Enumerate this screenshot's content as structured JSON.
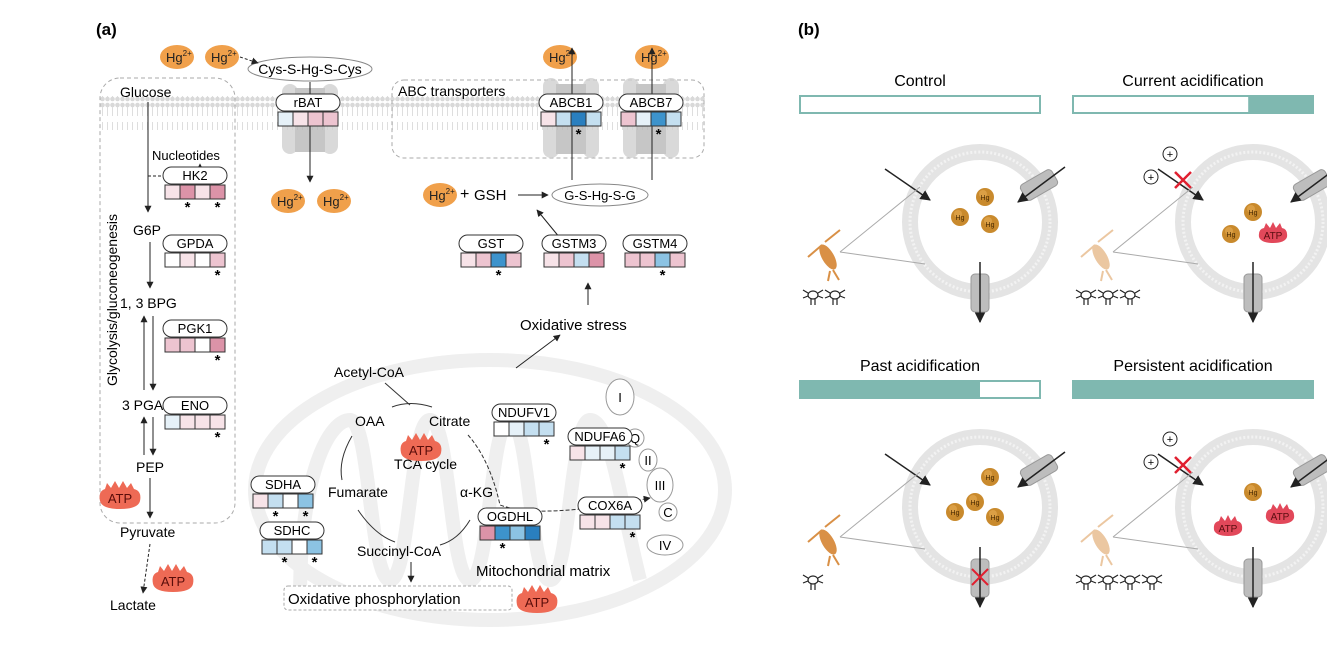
{
  "panel_a": {
    "label": "(a)",
    "mercury_ion": "Hg",
    "mercury_charge": "2+",
    "cys_complex": "Cys-S-Hg-S-Cys",
    "gsh_complex": "G-S-Hg-S-G",
    "gsh": "GSH",
    "plus": "+",
    "abc_transporters": "ABC transporters",
    "glycolysis_title": "Glycolysis/gluconeogenesis",
    "metabolites": {
      "glucose": "Glucose",
      "nucleotides": "Nucleotides",
      "g6p": "G6P",
      "bpg": "1, 3 BPG",
      "pga": "3 PGA",
      "pep": "PEP",
      "pyruvate": "Pyruvate",
      "lactate": "Lactate",
      "acetyl_coa": "Acetyl-CoA",
      "oaa": "OAA",
      "citrate": "Citrate",
      "fumarate": "Fumarate",
      "akg": "α-KG",
      "succinyl_coa": "Succinyl-CoA",
      "tca": "TCA cycle",
      "oxidative_stress": "Oxidative stress",
      "oxphos": "Oxidative phosphorylation",
      "matrix": "Mitochondrial matrix"
    },
    "atp_label": "ATP",
    "complexes": [
      "I",
      "Q",
      "II",
      "III",
      "C",
      "IV"
    ],
    "heatmap_colors": {
      "w": "#ffffff",
      "p1": "#f7e3e8",
      "p2": "#edc4d0",
      "p3": "#dc93a8",
      "b1": "#e6f1f8",
      "b2": "#c4dff0",
      "b3": "#8cc3e3",
      "b4": "#3d93cc",
      "b5": "#2a7fbf"
    },
    "genes": [
      {
        "id": "rbat",
        "name": "rBAT",
        "cells": [
          "b1",
          "p1",
          "p2",
          "p2"
        ],
        "sig": [
          false,
          false,
          false,
          false
        ]
      },
      {
        "id": "abcb1",
        "name": "ABCB1",
        "cells": [
          "p1",
          "b2",
          "b5",
          "b2"
        ],
        "sig": [
          false,
          false,
          true,
          false
        ]
      },
      {
        "id": "abcb7",
        "name": "ABCB7",
        "cells": [
          "p2",
          "b1",
          "b4",
          "b2"
        ],
        "sig": [
          false,
          false,
          true,
          false
        ]
      },
      {
        "id": "hk2",
        "name": "HK2",
        "cells": [
          "p1",
          "p3",
          "p1",
          "p3"
        ],
        "sig": [
          false,
          true,
          false,
          true
        ]
      },
      {
        "id": "gpda",
        "name": "GPDA",
        "cells": [
          "w",
          "p1",
          "w",
          "p2"
        ],
        "sig": [
          false,
          false,
          false,
          true
        ]
      },
      {
        "id": "pgk1",
        "name": "PGK1",
        "cells": [
          "p2",
          "p2",
          "w",
          "p3"
        ],
        "sig": [
          false,
          false,
          false,
          true
        ]
      },
      {
        "id": "eno",
        "name": "ENO",
        "cells": [
          "b1",
          "p1",
          "p1",
          "p1"
        ],
        "sig": [
          false,
          false,
          false,
          true
        ]
      },
      {
        "id": "gst",
        "name": "GST",
        "cells": [
          "p1",
          "p2",
          "b4",
          "p2"
        ],
        "sig": [
          false,
          false,
          true,
          false
        ]
      },
      {
        "id": "gstm3",
        "name": "GSTM3",
        "cells": [
          "p1",
          "p2",
          "b2",
          "p3"
        ],
        "sig": [
          false,
          false,
          false,
          false
        ]
      },
      {
        "id": "gstm4",
        "name": "GSTM4",
        "cells": [
          "p2",
          "p2",
          "b3",
          "p2"
        ],
        "sig": [
          false,
          false,
          true,
          false
        ]
      },
      {
        "id": "ndufv1",
        "name": "NDUFV1",
        "cells": [
          "w",
          "b1",
          "b2",
          "b2"
        ],
        "sig": [
          false,
          false,
          false,
          true
        ]
      },
      {
        "id": "ndufa6",
        "name": "NDUFA6",
        "cells": [
          "p1",
          "b1",
          "b1",
          "b2"
        ],
        "sig": [
          false,
          false,
          false,
          true
        ]
      },
      {
        "id": "cox6a",
        "name": "COX6A",
        "cells": [
          "p1",
          "p1",
          "b2",
          "b2"
        ],
        "sig": [
          false,
          false,
          false,
          true
        ]
      },
      {
        "id": "sdha",
        "name": "SDHA",
        "cells": [
          "p1",
          "b2",
          "w",
          "b3"
        ],
        "sig": [
          false,
          true,
          false,
          true
        ]
      },
      {
        "id": "sdhc",
        "name": "SDHC",
        "cells": [
          "b2",
          "b2",
          "w",
          "b3"
        ],
        "sig": [
          false,
          true,
          false,
          true
        ]
      },
      {
        "id": "ogdhl",
        "name": "OGDHL",
        "cells": [
          "p3",
          "b4",
          "b3",
          "b5"
        ],
        "sig": [
          false,
          true,
          false,
          false
        ]
      }
    ],
    "sig_mark": "*"
  },
  "panel_b": {
    "label": "(b)",
    "accent": "#7fb8b0",
    "hg_label": "Hg",
    "atp_label": "ATP",
    "plus_sign": "+",
    "scenarios": [
      {
        "id": "control",
        "title": "Control",
        "acid_fraction": 0.0,
        "acid_side": "none",
        "hg_count": 3,
        "atp_count": 0,
        "proton_block": false,
        "efflux_blocked": false,
        "offspring": 2,
        "copepod_faded": false
      },
      {
        "id": "current",
        "title": "Current acidification",
        "acid_fraction": 0.27,
        "acid_side": "right",
        "hg_count": 2,
        "atp_count": 1,
        "proton_block": true,
        "efflux_blocked": false,
        "offspring": 3,
        "copepod_faded": true
      },
      {
        "id": "past",
        "title": "Past acidification",
        "acid_fraction": 0.75,
        "acid_side": "left",
        "hg_count": 4,
        "atp_count": 0,
        "proton_block": false,
        "efflux_blocked": true,
        "offspring": 1,
        "copepod_faded": false
      },
      {
        "id": "persistent",
        "title": "Persistent acidification",
        "acid_fraction": 1.0,
        "acid_side": "full",
        "hg_count": 1,
        "atp_count": 2,
        "proton_block": true,
        "efflux_blocked": false,
        "offspring": 4,
        "copepod_faded": true
      }
    ]
  }
}
